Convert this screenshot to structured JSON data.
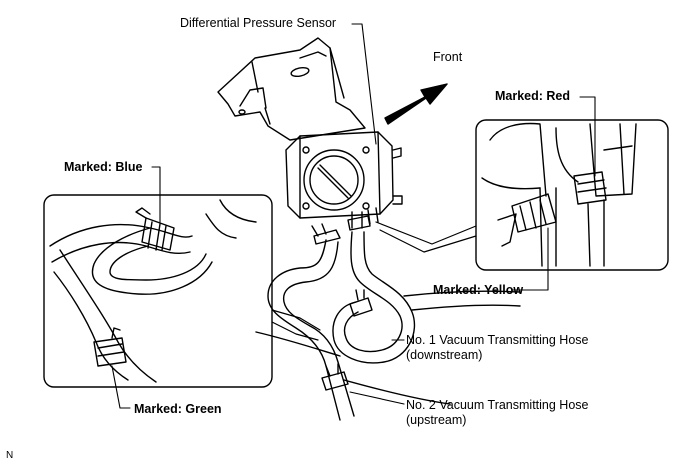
{
  "labels": {
    "differential_pressure_sensor": "Differential Pressure Sensor",
    "front": "Front",
    "marked_red": "Marked: Red",
    "marked_blue": "Marked: Blue",
    "marked_yellow": "Marked: Yellow",
    "marked_green": "Marked: Green",
    "hose1_line1": "No. 1 Vacuum Transmitting Hose",
    "hose1_line2": "(downstream)",
    "hose2_line1": "No. 2 Vacuum Transmitting Hose",
    "hose2_line2": "(upstream)",
    "corner_code": "N"
  },
  "colors": {
    "ink": "#000000",
    "paper": "#ffffff"
  }
}
